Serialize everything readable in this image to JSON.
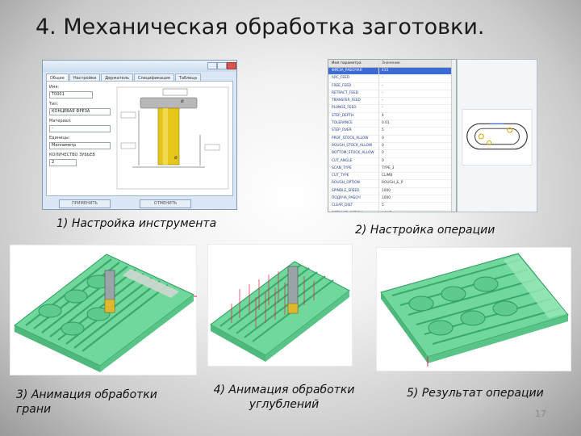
{
  "slide": {
    "title": "4. Механическая обработка заготовки.",
    "page_number": "17"
  },
  "captions": {
    "tool_setup": "1) Настройка инструмента",
    "operation_setup": "2) Настройка операции",
    "face_animation": [
      "3) Анимация обработки",
      "грани"
    ],
    "pocket_animation": [
      "4) Анимация обработки",
      "углублений"
    ],
    "result": "5) Результат операции"
  },
  "tool_dialog": {
    "tabs": [
      "Общее",
      "Настройки",
      "Держатель",
      "Спецификация",
      "Таблица"
    ],
    "name_label": "Имя:",
    "name_value": "T0001",
    "type_label": "Тип:",
    "type_value": "КОНЦЕВАЯ ФРЕЗА",
    "material_label": "Материал:",
    "material_value": "-",
    "units_label": "Единицы:",
    "units_value": "Миллиметр",
    "teeth_label": "КОЛИЧЕСТВО ЗУБЬЕВ",
    "teeth_value": "2",
    "apply_button": "ПРИМЕНИТЬ",
    "cancel_button": "ОТМЕНИТЬ"
  },
  "operation_params": {
    "headers": [
      "Имя параметра",
      "Значение"
    ],
    "rows": [
      [
        "ФРЕЗА_РАБОЧАЯ",
        "415"
      ],
      [
        "ARC_FEED",
        "-"
      ],
      [
        "FREE_FEED",
        "-"
      ],
      [
        "RETRACT_FEED",
        "-"
      ],
      [
        "TRANSFER_FEED",
        "-"
      ],
      [
        "PLUNGE_FEED",
        "-"
      ],
      [
        "STEP_DEPTH",
        "4"
      ],
      [
        "TOLERANCE",
        "0.01"
      ],
      [
        "STEP_OVER",
        "5"
      ],
      [
        "PROF_STOCK_ALLOW",
        "0"
      ],
      [
        "ROUGH_STOCK_ALLOW",
        "0"
      ],
      [
        "BOTTOM_STOCK_ALLOW",
        "0"
      ],
      [
        "CUT_ANGLE",
        "0"
      ],
      [
        "SCAN_TYPE",
        "TYPE_3"
      ],
      [
        "CUT_TYPE",
        "CLIMB"
      ],
      [
        "ROUGH_OPTION",
        "ROUGH_&_P"
      ],
      [
        "SPINDLE_SPEED",
        "1000"
      ],
      [
        "ПОДАЧА_РАБОЧ",
        "1000"
      ],
      [
        "CLEAR_DIST",
        "5"
      ],
      [
        "RETRACT_OPTION",
        "NONE"
      ]
    ],
    "selected_row": 0
  },
  "colors": {
    "part_green": "#6fd89a",
    "part_edge": "#2f9a60",
    "tool_grey": "#9aa3a8",
    "highlight_blue": "#3c6bd6"
  }
}
